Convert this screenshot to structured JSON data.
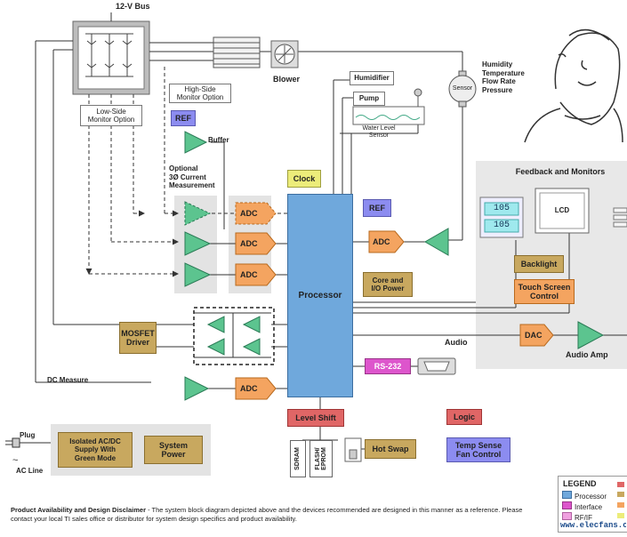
{
  "diagram": {
    "bus_label": "12-V Bus",
    "blower": "Blower",
    "humidifier": "Humidifier",
    "pump": "Pump",
    "water_level_sensor": "Water Level\nSensor",
    "sensor": "Sensor",
    "sensor_params": "Humidity\nTemperature\nFlow Rate\nPressure",
    "high_side_monitor": "High-Side\nMonitor Option",
    "low_side_monitor": "Low-Side\nMonitor Option",
    "ref_left": "REF",
    "buffer": "Buffer",
    "optional_current": "Optional\n3Ø Current\nMeasurement",
    "clock": "Clock",
    "ref_mid": "REF",
    "adc": "ADC",
    "processor": "Processor",
    "core_io_power": "Core and\nI/O Power",
    "mosfet_driver": "MOSFET\nDriver",
    "dc_measure": "DC Measure",
    "level_shift": "Level Shift",
    "sdram": "SDRAM",
    "flash_eprom": "FLASH/\nEPROM",
    "hot_swap": "Hot Swap",
    "rs232": "RS-232",
    "logic": "Logic",
    "temp_sense": "Temp Sense\nFan Control",
    "feedback_title": "Feedback and Monitors",
    "lcd": "LCD",
    "display_value": "105",
    "backlight": "Backlight",
    "touch_screen": "Touch Screen\nControl",
    "audio": "Audio",
    "dac": "DAC",
    "audio_amp": "Audio Amp",
    "plug": "Plug",
    "ac_line": "AC Line",
    "isolated_supply": "Isolated AC/DC\nSupply With\nGreen Mode",
    "system_power": "System\nPower"
  },
  "legend": {
    "title": "LEGEND",
    "items": [
      "Processor",
      "Interface",
      "RF/IF"
    ]
  },
  "footer": {
    "disclaimer_bold": "Product Availability and Design Disclaimer",
    "disclaimer_rest": " - The system block diagram depicted above and the devices recommended are  designed in this manner as a reference. Please contact your local TI sales office or distributor for system design specifics and product availability."
  },
  "watermark": "www.elecfans.com",
  "colors": {
    "processor": "#6fa8dc",
    "adc": "#f4a460",
    "amp": "#5cc48f",
    "power": "#c8a85f",
    "ref": "#8c8cf0",
    "clock": "#ecec7a",
    "logic": "#e06666",
    "interface": "#dd55cc",
    "temp": "#8c8cf0",
    "gray_panel": "#e6e6e6"
  }
}
